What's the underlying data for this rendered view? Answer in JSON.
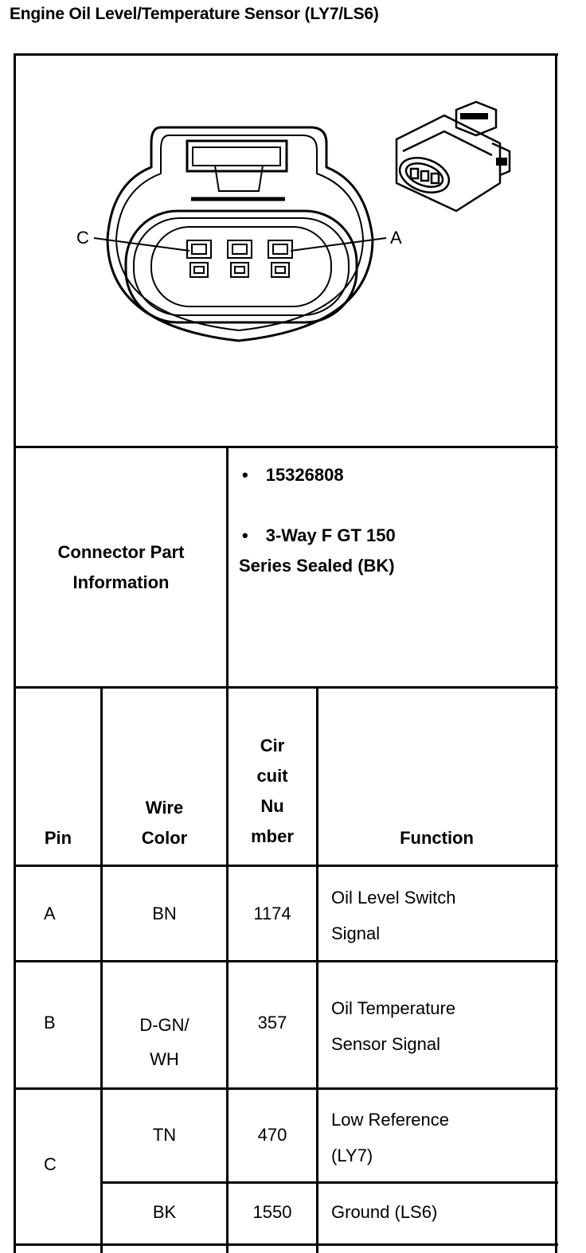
{
  "title": "Engine Oil Level/Temperature Sensor (LY7/LS6)",
  "diagram": {
    "label_left": "C",
    "label_right": "A"
  },
  "connector_info": {
    "label": "Connector Part Information",
    "label_line1": "Connector Part",
    "label_line2": "Information",
    "bullet": "•",
    "part_number": "15326808",
    "description_line1": "3-Way F GT 150",
    "description_line2": "Series Sealed (BK)"
  },
  "table": {
    "headers": {
      "pin": "Pin",
      "wire_color_line1": "Wire",
      "wire_color_line2": "Color",
      "circuit_line1": "Cir",
      "circuit_line2": "cuit",
      "circuit_line3": "Nu",
      "circuit_line4": "mber",
      "function": "Function"
    },
    "rows": [
      {
        "pin": "A",
        "wire": "BN",
        "circuit": "1174",
        "function_line1": "Oil Level Switch",
        "function_line2": "Signal"
      },
      {
        "pin": "B",
        "wire_line1": "D-GN/",
        "wire_line2": "WH",
        "circuit": "357",
        "function_line1": "Oil Temperature",
        "function_line2": "Sensor Signal"
      },
      {
        "pin": "C",
        "wire": "TN",
        "circuit": "470",
        "function_line1": "Low Reference",
        "function_line2": "(LY7)"
      },
      {
        "wire": "BK",
        "circuit": "1550",
        "function": "Ground (LS6)"
      }
    ]
  }
}
